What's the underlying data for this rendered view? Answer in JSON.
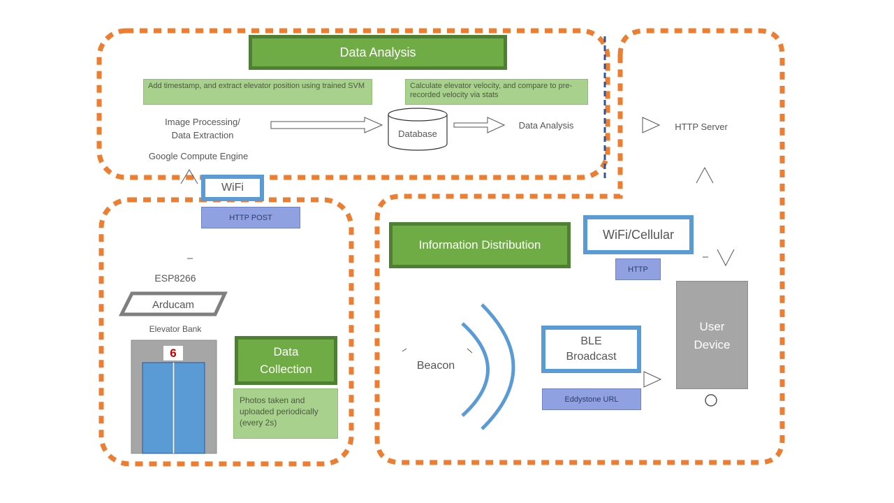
{
  "data_analysis": {
    "title": "Data Analysis",
    "note_left": "Add timestamp, and extract elevator position using trained SVM",
    "note_right": "Calculate elevator velocity, and compare to pre-recorded velocity via stats",
    "image_processing_line1": "Image Processing/",
    "image_processing_line2": "Data Extraction",
    "database": "Database",
    "analysis": "Data Analysis",
    "compute_engine": "Google Compute Engine"
  },
  "http_server": "HTTP Server",
  "wifi": "WiFi",
  "http_post": "HTTP POST",
  "data_collection": {
    "esp": "ESP8266",
    "arducam": "Arducam",
    "elevator_bank": "Elevator Bank",
    "floor": "6",
    "title_line1": "Data",
    "title_line2": "Collection",
    "note": "Photos taken and uploaded periodically (every 2s)"
  },
  "info_distribution": {
    "title": "Information Distribution",
    "wifi_cellular": "WiFi/Cellular",
    "http": "HTTP",
    "beacon": "Beacon",
    "ble_line1": "BLE",
    "ble_line2": "Broadcast",
    "eddystone": "Eddystone URL",
    "user_line1": "User",
    "user_line2": "Device"
  },
  "colors": {
    "dashed_border": "#ed7d31",
    "green": "#6fac46",
    "blue": "#5b9bd5",
    "lavender": "#8fa1e0"
  }
}
